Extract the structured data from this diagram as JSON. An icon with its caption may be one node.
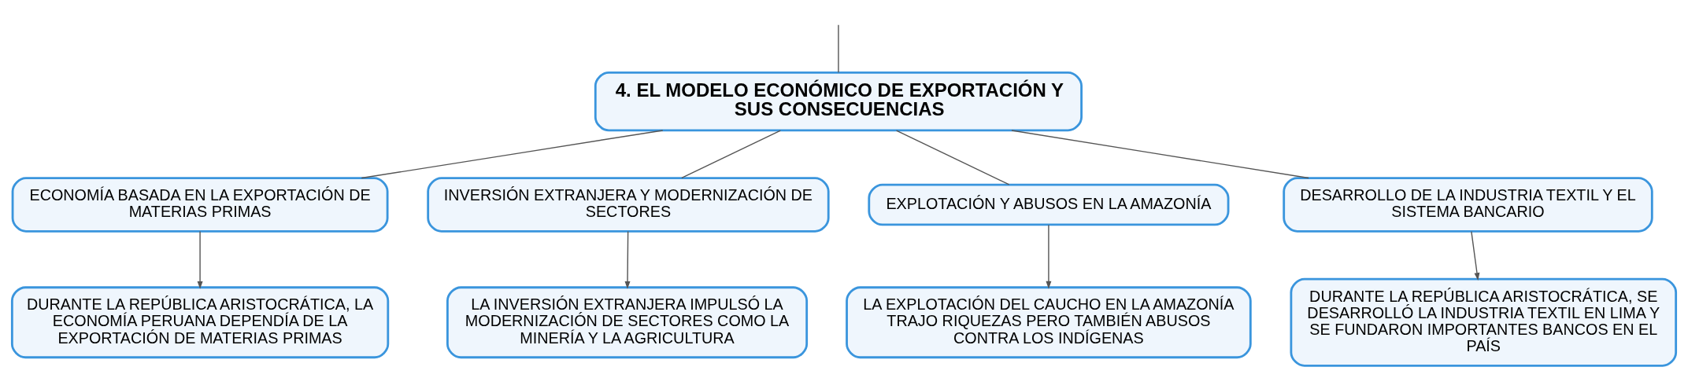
{
  "diagram": {
    "nodes": [
      {
        "text": [
          "4. EL MODELO ECONÓMICO DE EXPORTACIÓN Y SUS CONSECUENCIAS"
        ]
      },
      {
        "text": [
          "ECONOMÍA BASADA EN LA EXPORTACIÓN DE MATERIAS PRIMAS"
        ]
      },
      {
        "text": [
          "INVERSIÓN EXTRANJERA Y MODERNIZACIÓN DE SECTORES"
        ]
      },
      {
        "text": [
          "EXPLOTACIÓN Y ABUSOS EN LA AMAZONÍA"
        ]
      },
      {
        "text": [
          "DESARROLLO DE LA INDUSTRIA TEXTIL Y EL SISTEMA BANCARIO"
        ]
      },
      {
        "text": [
          "DURANTE LA REPÚBLICA ARISTOCRÁTICA, LA ECONOMÍA PERUANA DEPENDÍA DE LA EXPORTACIÓN DE MATERIAS PRIMAS"
        ]
      },
      {
        "text": [
          "LA INVERSIÓN EXTRANJERA IMPULSÓ LA MODERNIZACIÓN DE SECTORES COMO LA MINERÍA Y LA AGRICULTURA"
        ]
      },
      {
        "text": [
          "LA EXPLOTACIÓN DEL CAUCHO EN LA AMAZONÍA TRAJO RIQUEZAS PERO TAMBIÉN ABUSOS CONTRA LOS INDÍGENAS"
        ]
      },
      {
        "text": [
          "DURANTE LA REPÚBLICA ARISTOCRÁTICA, SE DESARROLLÓ LA INDUSTRIA TEXTIL EN LIMA Y SE FUNDARON IMPORTANTES BANCOS EN EL PAÍS"
        ]
      }
    ],
    "edges": [
      {
        "from": null,
        "to": 0,
        "arrow": "none"
      },
      {
        "from": 0,
        "to": 1,
        "arrow": "none"
      },
      {
        "from": 0,
        "to": 2,
        "arrow": "none"
      },
      {
        "from": 0,
        "to": 3,
        "arrow": "none"
      },
      {
        "from": 0,
        "to": 4,
        "arrow": "none"
      },
      {
        "from": 1,
        "to": 5,
        "arrow": "to"
      },
      {
        "from": 2,
        "to": 6,
        "arrow": "to"
      },
      {
        "from": 3,
        "to": 7,
        "arrow": "to"
      },
      {
        "from": 4,
        "to": 8,
        "arrow": "to"
      }
    ]
  }
}
